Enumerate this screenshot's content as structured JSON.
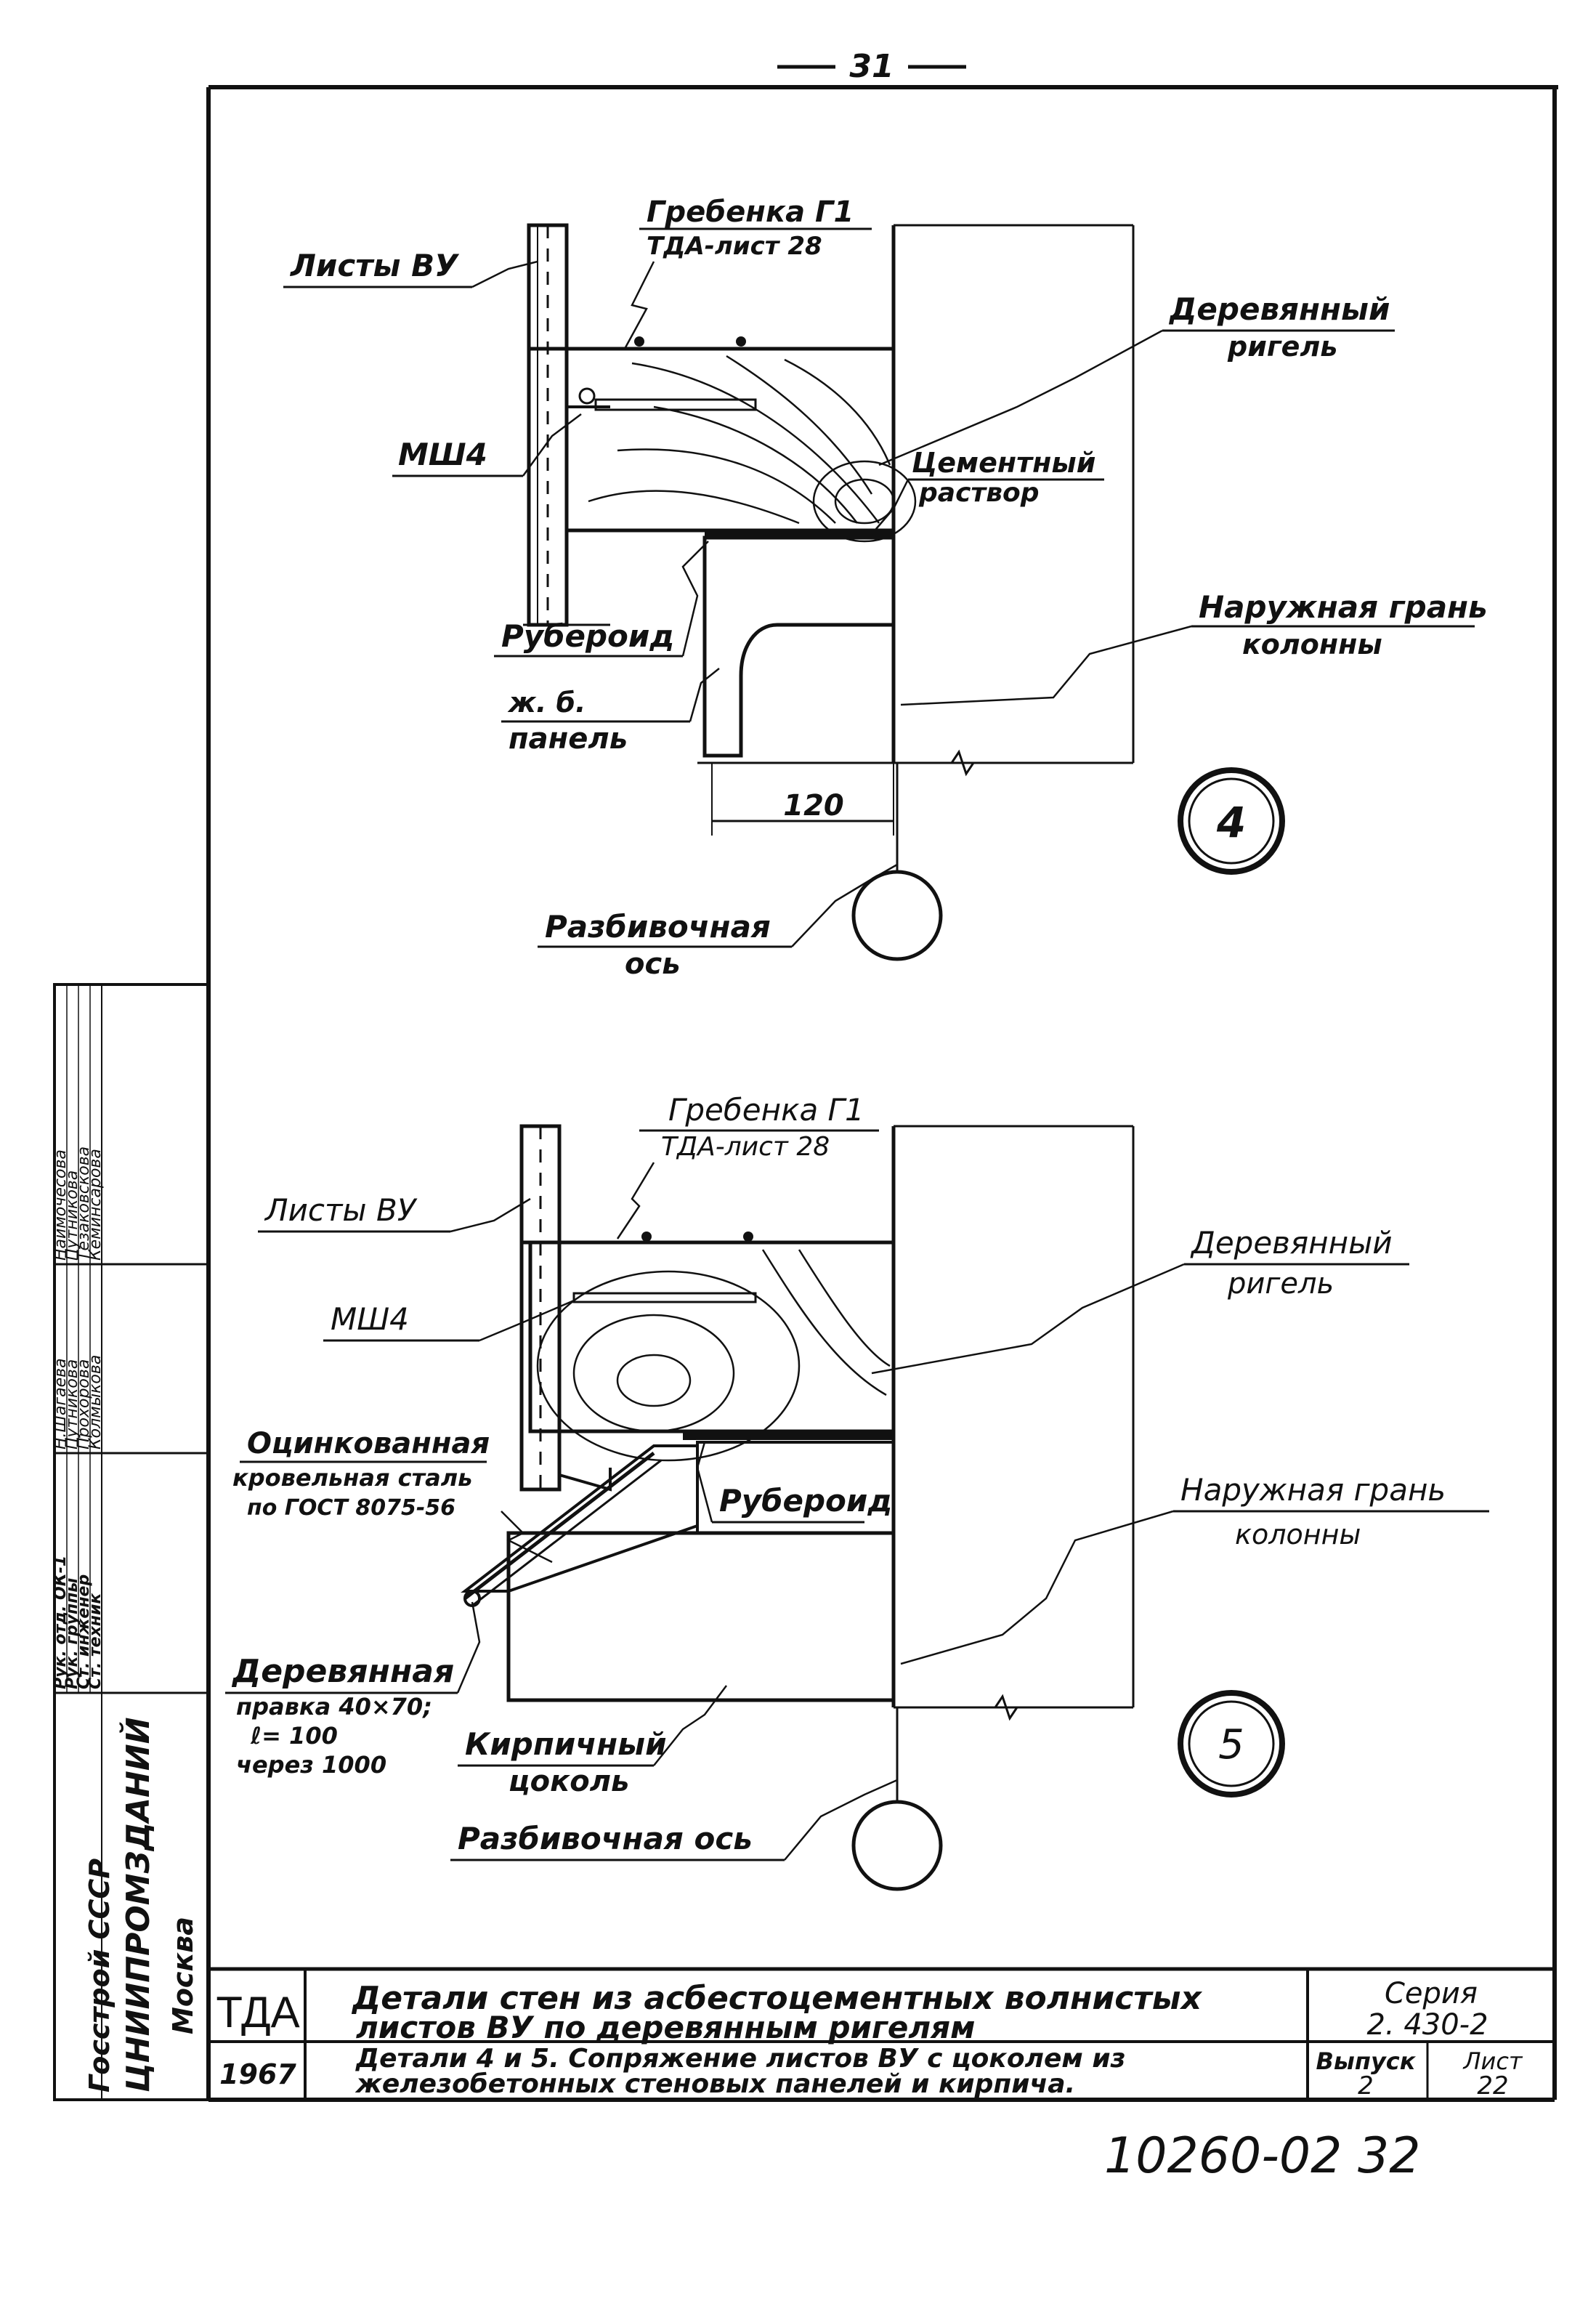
{
  "page_number": "31",
  "detail4": {
    "labels": {
      "comb": "Гребенка Г1",
      "comb_ref": "ТДА-лист 28",
      "sheets": "Листы ВУ",
      "wood_beam_1": "Деревянный",
      "wood_beam_2": "ригель",
      "bolt": "МШ4",
      "mortar_1": "Цементный",
      "mortar_2": "раствор",
      "roofing": "Рубероид",
      "outer_face_1": "Наружная грань",
      "outer_face_2": "колонны",
      "panel_1": "ж. б.",
      "panel_2": "панель",
      "axis_1": "Разбивочная",
      "axis_2": "ось"
    },
    "dimension": "120",
    "number": "4"
  },
  "detail5": {
    "labels": {
      "comb": "Гребенка Г1",
      "comb_ref": "ТДА-лист 28",
      "sheets": "Листы ВУ",
      "wood_beam_1": "Деревянный",
      "wood_beam_2": "ригель",
      "bolt": "МШ4",
      "steel_1": "Оцинкованная",
      "steel_2": "кровельная сталь",
      "steel_3": "по ГОСТ 8075-56",
      "roofing": "Рубероид",
      "outer_face_1": "Наружная грань",
      "outer_face_2": "колонны",
      "guide_1": "Деревянная",
      "guide_2": "правка 40×70;",
      "guide_3": "ℓ= 100",
      "guide_4": "через 1000",
      "plinth_1": "Кирпичный",
      "plinth_2": "цоколь",
      "axis": "Разбивочная ось"
    },
    "number": "5"
  },
  "side_stamp": {
    "org_1": "Госстрой СССР",
    "org_2": "ЦНИИПРОМЗДАНИЙ",
    "org_3": "Москва",
    "roles": [
      "Рук. отд. ОК-1",
      "Рук. группы",
      "Ст. инженер",
      "Ст. техник"
    ],
    "signatures": [
      "Н.Шагаева",
      "Путникова",
      "Прохорова",
      "Колмыкова"
    ],
    "names": [
      "Наймочесова",
      "Путникова",
      "Тезаковскова",
      "Кеминсарова"
    ]
  },
  "title_block": {
    "code": "ТДА",
    "year": "1967",
    "title_1": "Детали стен из асбестоцементных волнистых",
    "title_2": "листов ВУ по деревянным ригелям",
    "subtitle_1": "Детали 4 и 5. Сопряжение листов ВУ с цоколем из",
    "subtitle_2": "железобетонных стеновых панелей и кирпича.",
    "series_label": "Серия",
    "series_value": "2. 430-2",
    "issue_label": "Выпуск",
    "issue_value": "2",
    "sheet_label": "Лист",
    "sheet_value": "22"
  },
  "archive_number": "10260-02 32"
}
